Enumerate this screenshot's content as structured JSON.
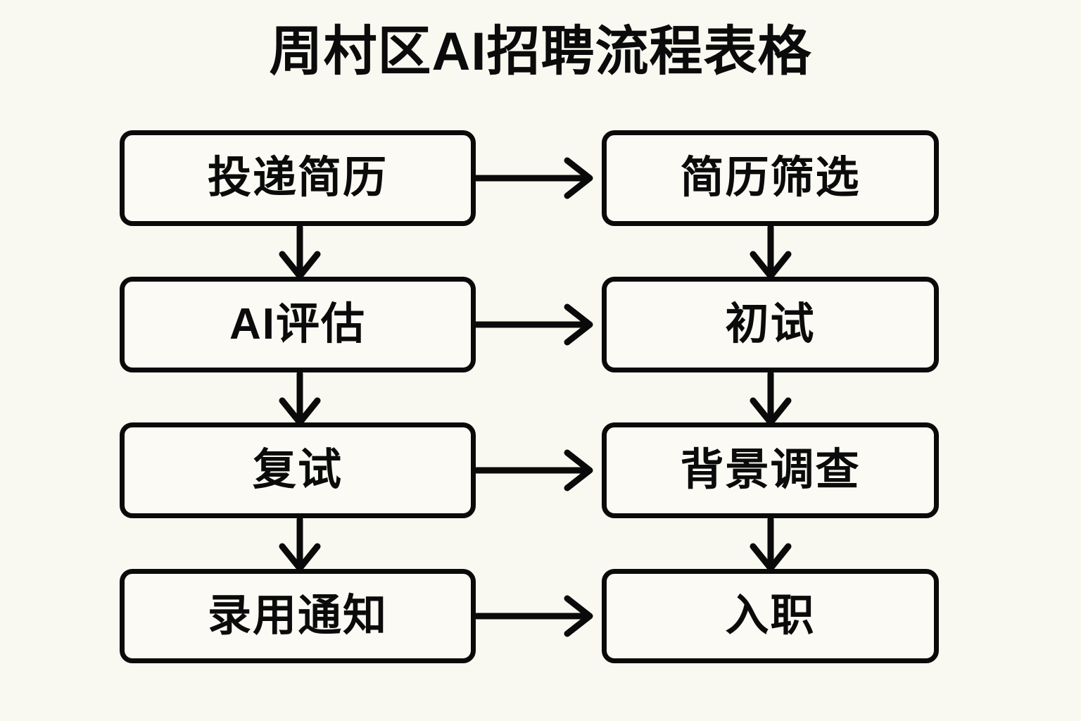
{
  "page": {
    "title": "周村区AI招聘流程表格",
    "background_color": "#faf9f1",
    "stroke_color": "#0a0a0a",
    "node_fill_color": "#fbfaf4"
  },
  "chart_data": {
    "type": "diagram",
    "diagram_kind": "flowchart",
    "title": "周村区AI招聘流程表格",
    "columns": 2,
    "rows": 4,
    "nodes": [
      {
        "id": "n1",
        "label": "投递简历",
        "column": "left",
        "row": 1
      },
      {
        "id": "n2",
        "label": "简历筛选",
        "column": "right",
        "row": 1
      },
      {
        "id": "n3",
        "label": "AI评估",
        "column": "left",
        "row": 2
      },
      {
        "id": "n4",
        "label": "初试",
        "column": "right",
        "row": 2
      },
      {
        "id": "n5",
        "label": "复试",
        "column": "left",
        "row": 3
      },
      {
        "id": "n6",
        "label": "背景调查",
        "column": "right",
        "row": 3
      },
      {
        "id": "n7",
        "label": "录用通知",
        "column": "left",
        "row": 4
      },
      {
        "id": "n8",
        "label": "入职",
        "column": "right",
        "row": 4
      }
    ],
    "edges": [
      {
        "from": "n1",
        "to": "n2",
        "direction": "right"
      },
      {
        "from": "n1",
        "to": "n3",
        "direction": "down"
      },
      {
        "from": "n2",
        "to": "n4",
        "direction": "down"
      },
      {
        "from": "n3",
        "to": "n4",
        "direction": "right"
      },
      {
        "from": "n3",
        "to": "n5",
        "direction": "down"
      },
      {
        "from": "n4",
        "to": "n6",
        "direction": "down"
      },
      {
        "from": "n5",
        "to": "n6",
        "direction": "right"
      },
      {
        "from": "n5",
        "to": "n7",
        "direction": "down"
      },
      {
        "from": "n6",
        "to": "n8",
        "direction": "down"
      },
      {
        "from": "n7",
        "to": "n8",
        "direction": "right"
      }
    ]
  }
}
